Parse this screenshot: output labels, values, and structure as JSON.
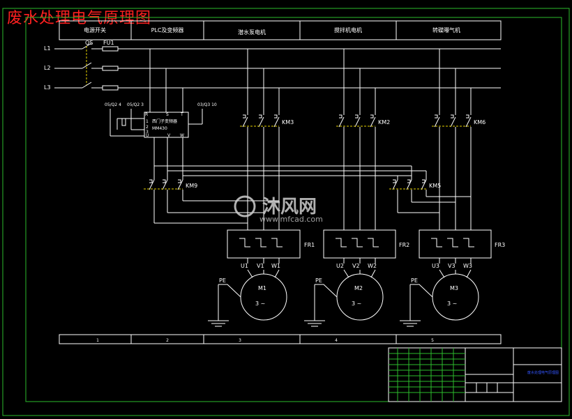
{
  "title": "废水处理电气原理图",
  "header_cells": [
    "电源开关",
    "PLC及变频器",
    "潜水泵电机",
    "搅拌机电机",
    "转碟曝气机"
  ],
  "lines": [
    "L1",
    "L2",
    "L3"
  ],
  "main_switch": {
    "qs": "QS",
    "fuse": "FU1"
  },
  "inverter": {
    "line1": "西门子变频器",
    "line2": "MM430",
    "terminals_top": [
      "R",
      "S",
      "T"
    ],
    "terminals_left": [
      "1",
      "2",
      "3",
      "U"
    ],
    "terminals_bottom": [
      "V",
      "W"
    ]
  },
  "plc_points": [
    "05/Q2 4",
    "05/Q2 3",
    "03/Q3 10"
  ],
  "contactors": [
    "KM3",
    "KM2",
    "KM6",
    "KM9",
    "KM5"
  ],
  "relays": [
    "FR1",
    "FR2",
    "FR3"
  ],
  "motors": [
    {
      "name": "M1",
      "phase": "3 ~",
      "terminals": [
        "U1",
        "V1",
        "W1"
      ],
      "ground": "PE"
    },
    {
      "name": "M2",
      "phase": "3 ~",
      "terminals": [
        "U2",
        "V2",
        "W2"
      ],
      "ground": "PE"
    },
    {
      "name": "M3",
      "phase": "3 ~",
      "terminals": [
        "U3",
        "V3",
        "W3"
      ],
      "ground": "PE"
    }
  ],
  "footer_cells": [
    "1",
    "2",
    "3",
    "4",
    "5"
  ],
  "title_block": {
    "drawing_name": "废水处理电气原理图"
  },
  "watermark": {
    "brand": "沐风网",
    "url": "www.mfcad.com"
  },
  "colors": {
    "background": "#000000",
    "wire": "#ffffff",
    "frame": "#2dbb2d",
    "title": "#ff2020",
    "mech_link": "#e8d400",
    "title_block_text": "#3355ff"
  }
}
